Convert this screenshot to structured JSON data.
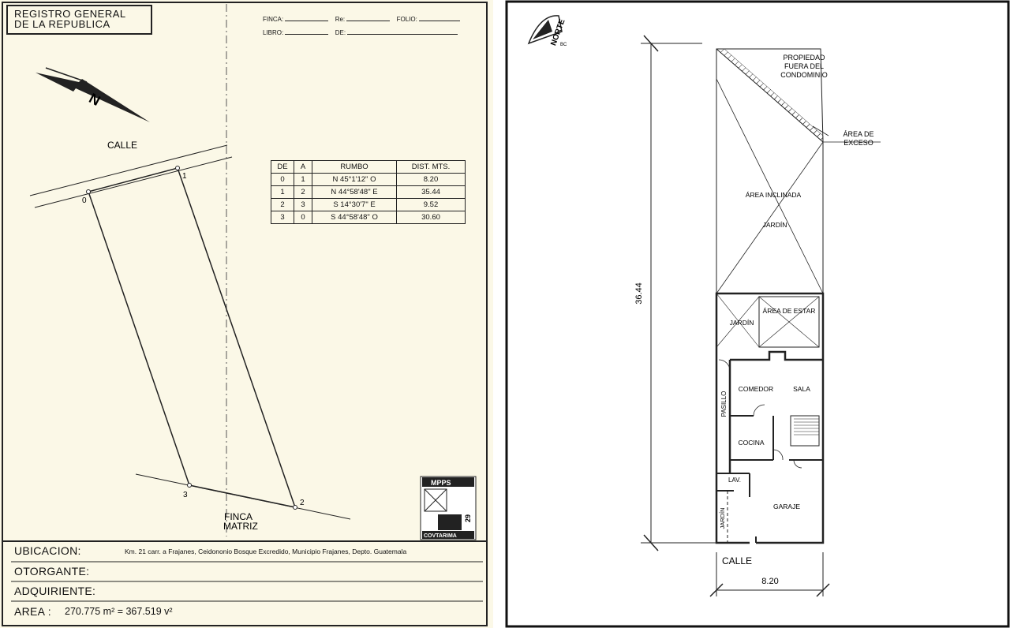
{
  "survey": {
    "header": {
      "line1": "REGISTRO GENERAL",
      "line2": "DE LA REPUBLICA"
    },
    "registry_fields": {
      "finca": "FINCA:",
      "re": "Re:",
      "folio": "FOLIO:",
      "libro": "LIBRO:",
      "de": "DE:"
    },
    "street_label": "CALLE",
    "neighbor_label_1": "FINCA",
    "neighbor_label_2": "MATRIZ",
    "north_label": "N",
    "vertex_labels": [
      "0",
      "1",
      "2",
      "3"
    ],
    "table": {
      "headers": [
        "DE",
        "A",
        "RUMBO",
        "DIST. MTS."
      ],
      "rows": [
        [
          "0",
          "1",
          "N 45°1'12\" O",
          "8.20"
        ],
        [
          "1",
          "2",
          "N 44°58'48\" E",
          "35.44"
        ],
        [
          "2",
          "3",
          "S 14°30'7\" E",
          "9.52"
        ],
        [
          "3",
          "0",
          "S 44°58'48\" O",
          "30.60"
        ]
      ]
    },
    "stamp": {
      "top": "MPPS",
      "bottom": "COVTARIMA",
      "side": "29"
    },
    "footer": {
      "ubicacion_label": "UBICACION:",
      "ubicacion_value": "Km. 21 carr. a Frajanes, Ceidononio Bosque Excredido, Municipio Frajanes, Depto. Guatemala",
      "otorgante_label": "OTORGANTE:",
      "adquiriente_label": "ADQUIRIENTE:",
      "area_label": "AREA :",
      "area_value": "270.775 m² = 367.519 v²"
    }
  },
  "floor_plan": {
    "north_label": "NORTE",
    "north_sub": "BC",
    "labels": {
      "propiedad": "PROPIEDAD",
      "fuera_del": "FUERA DEL",
      "condominio": "CONDOMINIO",
      "area_de": "ÁREA DE",
      "exceso": "EXCESO",
      "area_inclinada": "ÁREA INCLINADA",
      "jardin_upper": "JARDÍN",
      "area_de_estar": "ÁREA DE ESTAR",
      "jardin_mid": "JARDÍN",
      "comedor": "COMEDOR",
      "sala": "SALA",
      "pasillo": "PASILLO",
      "cocina": "COCINA",
      "lav": "LAV.",
      "garaje": "GARAJE",
      "jardin_low": "JARDÍN",
      "calle": "CALLE"
    },
    "dimensions": {
      "depth": "36.44",
      "width": "8.20"
    }
  }
}
